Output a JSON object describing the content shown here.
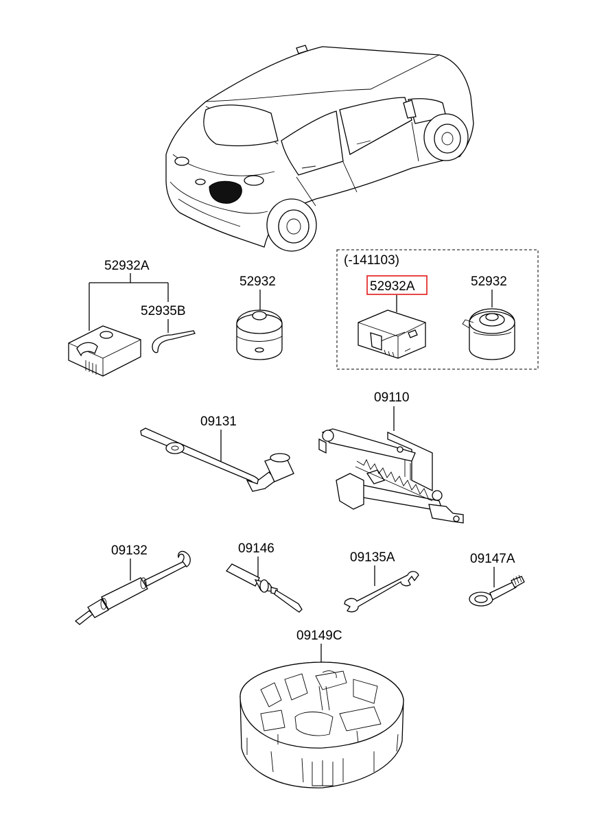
{
  "parts": {
    "p52932A_kit": "52932A",
    "p52935B": "52935B",
    "p52932_left": "52932",
    "group_note": "(-141103)",
    "p52932A_hl": "52932A",
    "p52932_right": "52932",
    "p09110": "09110",
    "p09131": "09131",
    "p09132": "09132",
    "p09146": "09146",
    "p09135A": "09135A",
    "p09147A": "09147A",
    "p09149C": "09149C"
  },
  "highlight_color": "#e53030"
}
